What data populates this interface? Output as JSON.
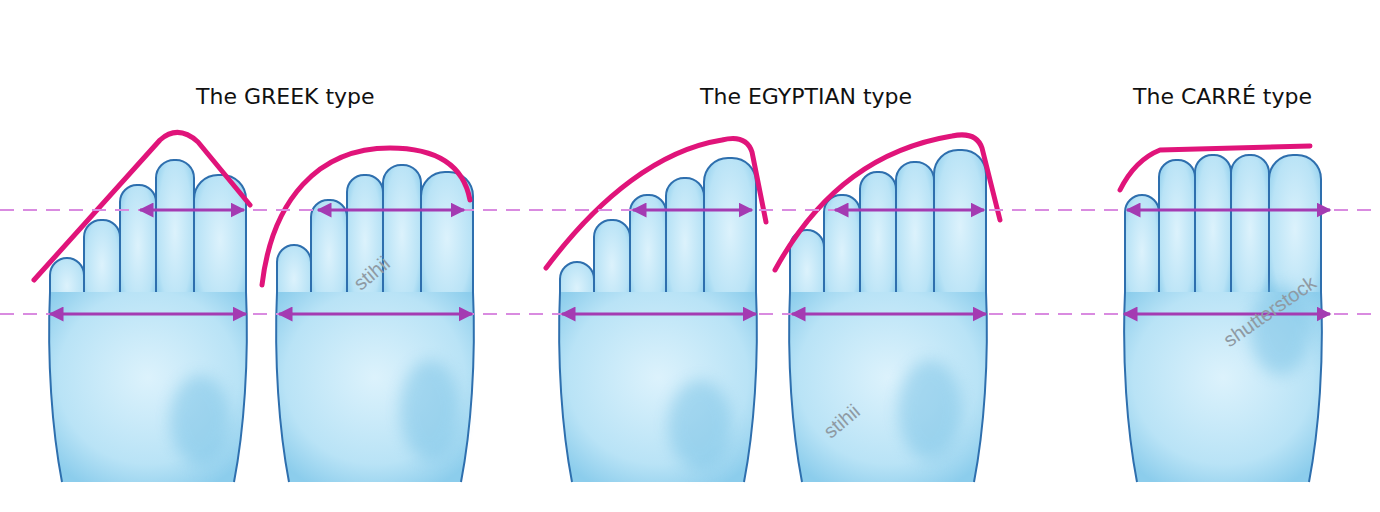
{
  "diagram": {
    "labels": [
      "The GREEK type",
      "The EGYPTIAN type",
      "The CARRÉ type",
      "stihii",
      "stihii",
      "shutterstock"
    ]
  }
}
